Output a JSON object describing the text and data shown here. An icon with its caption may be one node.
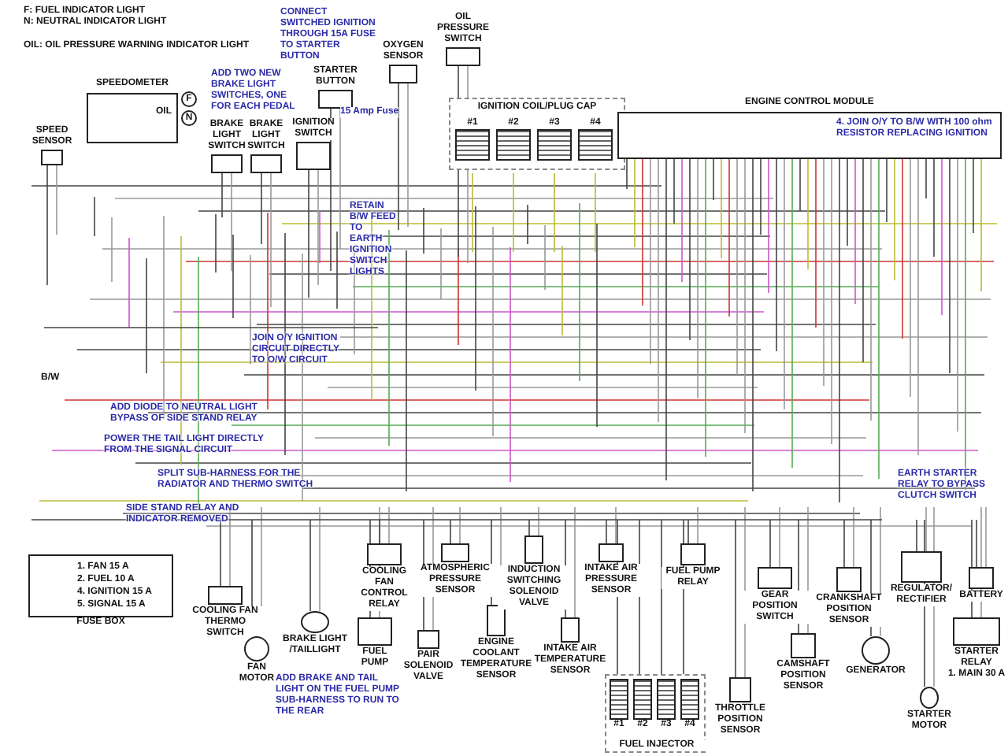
{
  "diagram": {
    "nodes": [
      {
        "text": [
          "SPEEDOMETER",
          "OIL"
        ]
      },
      {
        "text": [
          "F"
        ]
      },
      {
        "text": [
          "N"
        ]
      },
      {
        "text": [
          "SPEED SENSOR"
        ]
      },
      {
        "text": [
          "BRAKE LIGHT SWITCH"
        ]
      },
      {
        "text": [
          "BRAKE LIGHT SWITCH"
        ]
      },
      {
        "text": [
          "STARTER BUTTON"
        ]
      },
      {
        "text": [
          "IGNITION SWITCH"
        ]
      },
      {
        "text": [
          "OXYGEN SENSOR"
        ]
      },
      {
        "text": [
          "OIL PRESSURE SWITCH"
        ]
      },
      {
        "text": [
          "IGNITION COIL/PLUG CAP"
        ]
      },
      {
        "text": [
          "#1"
        ],
        "in": 10
      },
      {
        "text": [
          "#2"
        ],
        "in": 10
      },
      {
        "text": [
          "#3"
        ],
        "in": 10
      },
      {
        "text": [
          "#4"
        ],
        "in": 10
      },
      {
        "text": [
          "ENGINE CONTROL MODULE",
          "4. JOIN O/Y TO B/W WITH 100 ohm RESISTOR REPLACING IGNITION"
        ]
      },
      {
        "text": [
          "1. FAN 15 A",
          "2. FUEL 10 A",
          "4. IGNITION 15 A",
          "5. SIGNAL 15 A",
          "FUSE BOX"
        ]
      },
      {
        "text": [
          "COOLING FAN THERMO SWITCH"
        ]
      },
      {
        "text": [
          "FAN MOTOR"
        ]
      },
      {
        "text": [
          "BRAKE LIGHT /TAILLIGHT"
        ]
      },
      {
        "text": [
          "FUEL PUMP"
        ]
      },
      {
        "text": [
          "COOLING FAN CONTROL RELAY"
        ]
      },
      {
        "text": [
          "PAIR SOLENOID VALVE"
        ]
      },
      {
        "text": [
          "ATMOSPHERIC PRESSURE SENSOR"
        ]
      },
      {
        "text": [
          "ENGINE COOLANT TEMPERATURE SENSOR"
        ]
      },
      {
        "text": [
          "INDUCTION SWITCHING SOLENOID VALVE"
        ]
      },
      {
        "text": [
          "INTAKE AIR TEMPERATURE SENSOR"
        ]
      },
      {
        "text": [
          "INTAKE AIR PRESSURE SENSOR"
        ]
      },
      {
        "text": [
          "FUEL INJECTOR"
        ]
      },
      {
        "text": [
          "#1"
        ],
        "in": 28
      },
      {
        "text": [
          "#2"
        ],
        "in": 28
      },
      {
        "text": [
          "#3"
        ],
        "in": 28
      },
      {
        "text": [
          "#4"
        ],
        "in": 28
      },
      {
        "text": [
          "THROTTLE POSITION SENSOR"
        ]
      },
      {
        "text": [
          "FUEL PUMP RELAY"
        ]
      },
      {
        "text": [
          "GEAR POSITION SWITCH"
        ]
      },
      {
        "text": [
          "CAMSHAFT POSITION SENSOR"
        ]
      },
      {
        "text": [
          "CRANKSHAFT POSITION SENSOR"
        ]
      },
      {
        "text": [
          "GENERATOR"
        ]
      },
      {
        "text": [
          "REGULATOR/ RECTIFIER"
        ]
      },
      {
        "text": [
          "STARTER MOTOR"
        ]
      },
      {
        "text": [
          "STARTER RELAY",
          "1. MAIN 30 A"
        ]
      },
      {
        "text": [
          "BATTERY"
        ]
      }
    ],
    "labels": [
      "F: FUEL INDICATOR LIGHT",
      "N: NEUTRAL INDICATOR LIGHT",
      "OIL: OIL PRESSURE WARNING INDICATOR LIGHT",
      "CONNECT SWITCHED IGNITION THROUGH 15A FUSE TO STARTER BUTTON",
      "ADD TWO NEW BRAKE LIGHT SWITCHES, ONE FOR EACH PEDAL",
      "15 Amp Fuse",
      "RETAIN B/W FEED TO EARTH IGNITION SWITCH LIGHTS",
      "JOIN O/Y IGNITION CIRCUIT DIRECTLY TO O/W CIRCUIT",
      "B/W",
      "ADD DIODE TO NEUTRAL LIGHT BYPASS OF SIDE STAND RELAY",
      "POWER THE TAIL LIGHT DIRECTLY FROM THE SIGNAL CIRCUIT",
      "SPLIT SUB-HARNESS FOR THE RADIATOR AND THERMO SWITCH",
      "SIDE STAND RELAY AND INDICATOR REMOVED",
      "EARTH STARTER RELAY TO BYPASS CLUTCH SWITCH",
      "ADD BRAKE AND TAIL LIGHT ON THE FUEL PUMP SUB-HARNESS TO RUN TO THE REAR"
    ]
  }
}
